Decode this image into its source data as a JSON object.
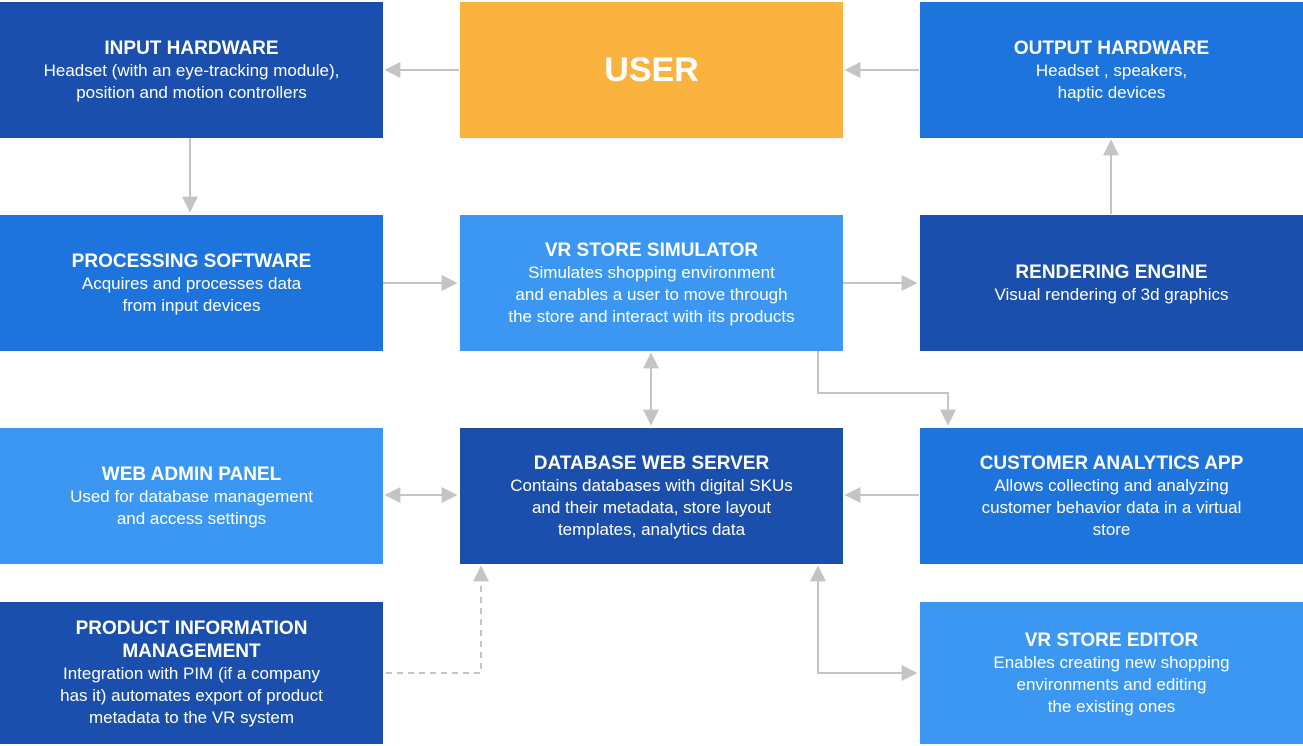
{
  "nodes": {
    "input_hardware": {
      "title": "INPUT HARDWARE",
      "desc": "Headset (with an eye-tracking module),\nposition and motion controllers"
    },
    "user": {
      "title": "USER"
    },
    "output_hardware": {
      "title": "OUTPUT HARDWARE",
      "desc": "Headset , speakers,\nhaptic devices"
    },
    "processing_software": {
      "title": "PROCESSING SOFTWARE",
      "desc": "Acquires and processes data\nfrom input devices"
    },
    "vr_store_simulator": {
      "title": "VR STORE SIMULATOR",
      "desc": "Simulates shopping environment\nand enables a user to move through\nthe store and interact with its products"
    },
    "rendering_engine": {
      "title": "RENDERING ENGINE",
      "desc": "Visual rendering of 3d graphics"
    },
    "web_admin_panel": {
      "title": "WEB ADMIN PANEL",
      "desc": "Used for database management\nand access settings"
    },
    "database_web_server": {
      "title": "DATABASE WEB SERVER",
      "desc": "Contains databases with digital SKUs\nand their metadata, store layout\ntemplates, analytics data"
    },
    "customer_analytics_app": {
      "title": "CUSTOMER ANALYTICS APP",
      "desc": "Allows collecting and analyzing\ncustomer behavior data in a virtual\nstore"
    },
    "product_information_management": {
      "title": "PRODUCT INFORMATION\nMANAGEMENT",
      "desc": "Integration with PIM (if a company\nhas it) automates export of product\nmetadata to the VR system"
    },
    "vr_store_editor": {
      "title": "VR STORE EDITOR",
      "desc": "Enables creating new shopping\nenvironments and editing\nthe existing ones"
    }
  },
  "colors": {
    "dark_blue": "#1b4fad",
    "mid_blue": "#1d74dd",
    "light_blue": "#3b97f2",
    "user_orange": "#fab33f",
    "arrow_gray": "#c4c4c4"
  },
  "connections": [
    {
      "from": "USER",
      "to": "INPUT HARDWARE"
    },
    {
      "from": "OUTPUT HARDWARE",
      "to": "USER"
    },
    {
      "from": "INPUT HARDWARE",
      "to": "PROCESSING SOFTWARE"
    },
    {
      "from": "PROCESSING SOFTWARE",
      "to": "VR STORE SIMULATOR"
    },
    {
      "from": "VR STORE SIMULATOR",
      "to": "RENDERING ENGINE"
    },
    {
      "from": "RENDERING ENGINE",
      "to": "OUTPUT HARDWARE"
    },
    {
      "from": "VR STORE SIMULATOR",
      "to": "DATABASE WEB SERVER",
      "bidirectional": true
    },
    {
      "from": "VR STORE SIMULATOR",
      "to": "CUSTOMER ANALYTICS APP"
    },
    {
      "from": "WEB ADMIN PANEL",
      "to": "DATABASE WEB SERVER",
      "bidirectional": true
    },
    {
      "from": "CUSTOMER ANALYTICS APP",
      "to": "DATABASE WEB SERVER"
    },
    {
      "from": "PRODUCT INFORMATION MANAGEMENT",
      "to": "DATABASE WEB SERVER",
      "style": "dashed"
    },
    {
      "from": "VR STORE EDITOR",
      "to": "DATABASE WEB SERVER",
      "bidirectional": true
    }
  ]
}
